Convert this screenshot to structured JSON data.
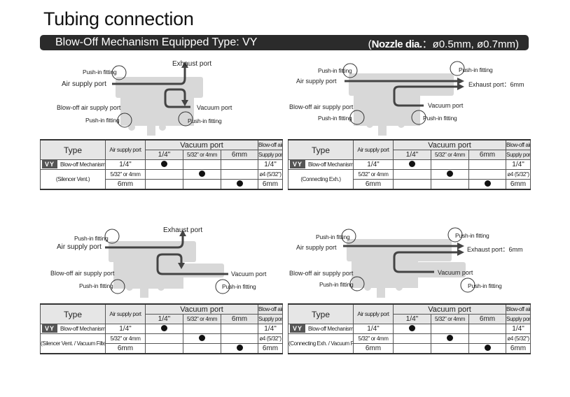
{
  "title": "Tubing connection",
  "section_bar": {
    "left": "Blow-Off Mechanism Equipped Type: VY",
    "right_open": "(",
    "right_bold": "Nozzle dia.",
    "right_rest": "：ø0.5mm, ø0.7mm)"
  },
  "panels": [
    {
      "labels": [
        "Push-in fitting",
        "Exhaust port",
        "Air supply port",
        "Blow-off air supply port",
        "Vacuum port",
        "Push-in fitting",
        "Push-in fitting"
      ],
      "table": {
        "type_header": "Type",
        "air_header": "Air supply port",
        "vacuum_header": "Vacuum port",
        "blowoff_header": [
          "Blow-off air",
          "Supply port"
        ],
        "vacuum_cols": [
          "1/4\"",
          "5/32\" or 4mm",
          "6mm"
        ],
        "badge": "VY",
        "mechanism": "Blow-off Mechanism",
        "variant": "(Silencer Vent.)",
        "rows": [
          {
            "air": "1/4\"",
            "dot": 0,
            "blowoff": "1/4\""
          },
          {
            "air": "5/32\" or 4mm",
            "dot": 1,
            "blowoff": "ø4 (5/32\")"
          },
          {
            "air": "6mm",
            "dot": 2,
            "blowoff": "6mm"
          }
        ]
      }
    },
    {
      "labels": [
        "Push-in fitting",
        "Push-in fitting",
        "Air supply  port",
        "Exhaust port：6mm",
        "Blow-off air supply port",
        "Vacuum port",
        "Push-in fitting",
        "Push-in fitting"
      ],
      "table": {
        "type_header": "Type",
        "air_header": "Air supply port",
        "vacuum_header": "Vacuum port",
        "blowoff_header": [
          "Blow-off air",
          "Supply port"
        ],
        "vacuum_cols": [
          "1/4\"",
          "5/32\" or 4mm",
          "6mm"
        ],
        "badge": "VY",
        "mechanism": "Blow-off Mechanism",
        "variant": "(Connecting Exh.)",
        "rows": [
          {
            "air": "1/4\"",
            "dot": 0,
            "blowoff": "1/4\""
          },
          {
            "air": "5/32\" or 4mm",
            "dot": 1,
            "blowoff": "ø4 (5/32\")"
          },
          {
            "air": "6mm",
            "dot": 2,
            "blowoff": "6mm"
          }
        ]
      }
    },
    {
      "labels": [
        "Exhaust port",
        "Push-in fitting",
        "Air supply port",
        "Blow-off air supply port",
        "Vacuum port",
        "Push-in fitting",
        "Push-in fitting"
      ],
      "table": {
        "type_header": "Type",
        "air_header": "Air supply port",
        "vacuum_header": "Vacuum port",
        "blowoff_header": [
          "Blow-off air",
          "Supply port"
        ],
        "vacuum_cols": [
          "1/4\"",
          "5/32\" or 4mm",
          "6mm"
        ],
        "badge": "VY",
        "mechanism": "Blow-off Mechanism",
        "variant": "(Silencer Vent. / Vacuum Filter)",
        "rows": [
          {
            "air": "1/4\"",
            "dot": 0,
            "blowoff": "1/4\""
          },
          {
            "air": "5/32\" or 4mm",
            "dot": 1,
            "blowoff": "ø4 (5/32\")"
          },
          {
            "air": "6mm",
            "dot": 2,
            "blowoff": "6mm"
          }
        ]
      }
    },
    {
      "labels": [
        "Push-in fitting",
        "Push-in fitting",
        "Air supply port",
        "Exhaust port：6mm",
        "Blow-off air supply port",
        "Vacuum port",
        "Push-in fitting",
        "Push-in fitting"
      ],
      "table": {
        "type_header": "Type",
        "air_header": "Air supply port",
        "vacuum_header": "Vacuum port",
        "blowoff_header": [
          "Blow-off air",
          "Supply port"
        ],
        "vacuum_cols": [
          "1/4\"",
          "5/32\" or 4mm",
          "6mm"
        ],
        "badge": "VY",
        "mechanism": "Blow-off Mechanism",
        "variant": "(Connecting Exh. / Vacuum Filter)",
        "rows": [
          {
            "air": "1/4\"",
            "dot": 0,
            "blowoff": "1/4\""
          },
          {
            "air": "5/32\" or 4mm",
            "dot": 1,
            "blowoff": "ø4 (5/32\")"
          },
          {
            "air": "6mm",
            "dot": 2,
            "blowoff": "6mm"
          }
        ]
      }
    }
  ]
}
